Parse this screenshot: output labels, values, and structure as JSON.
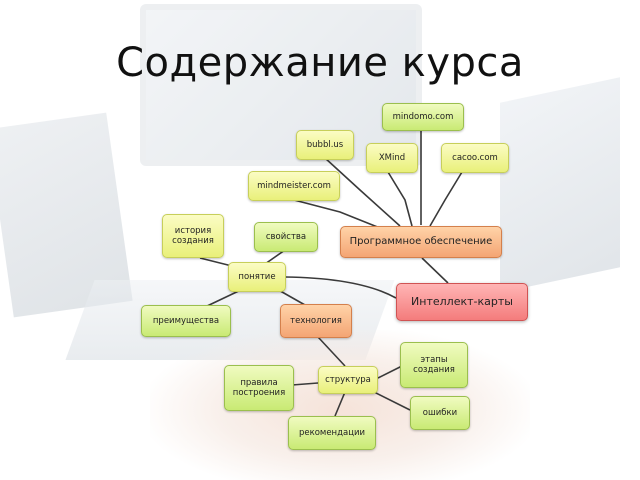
{
  "slide": {
    "title": "Содержание курса"
  },
  "nodes": {
    "mindomo": "mindomo.com",
    "bubbl": "bubbl.us",
    "xmind": "XMind",
    "cacoo": "cacoo.com",
    "mindmeister": "mindmeister.com",
    "history": "история создания",
    "properties": "свойства",
    "software": "Программное обеспечение",
    "concept": "понятие",
    "mindmaps": "Интеллект-карты",
    "advantages": "преимущества",
    "technology": "технология",
    "stages": "этапы создания",
    "rules": "правила построения",
    "structure": "структура",
    "errors": "ошибки",
    "recommendations": "рекомендации"
  },
  "colors": {
    "node_yellow": "#e9f07a",
    "node_green": "#c9ea74",
    "node_orange": "#f4a574",
    "node_red": "#f47c7c",
    "link": "#3a3a3a"
  }
}
